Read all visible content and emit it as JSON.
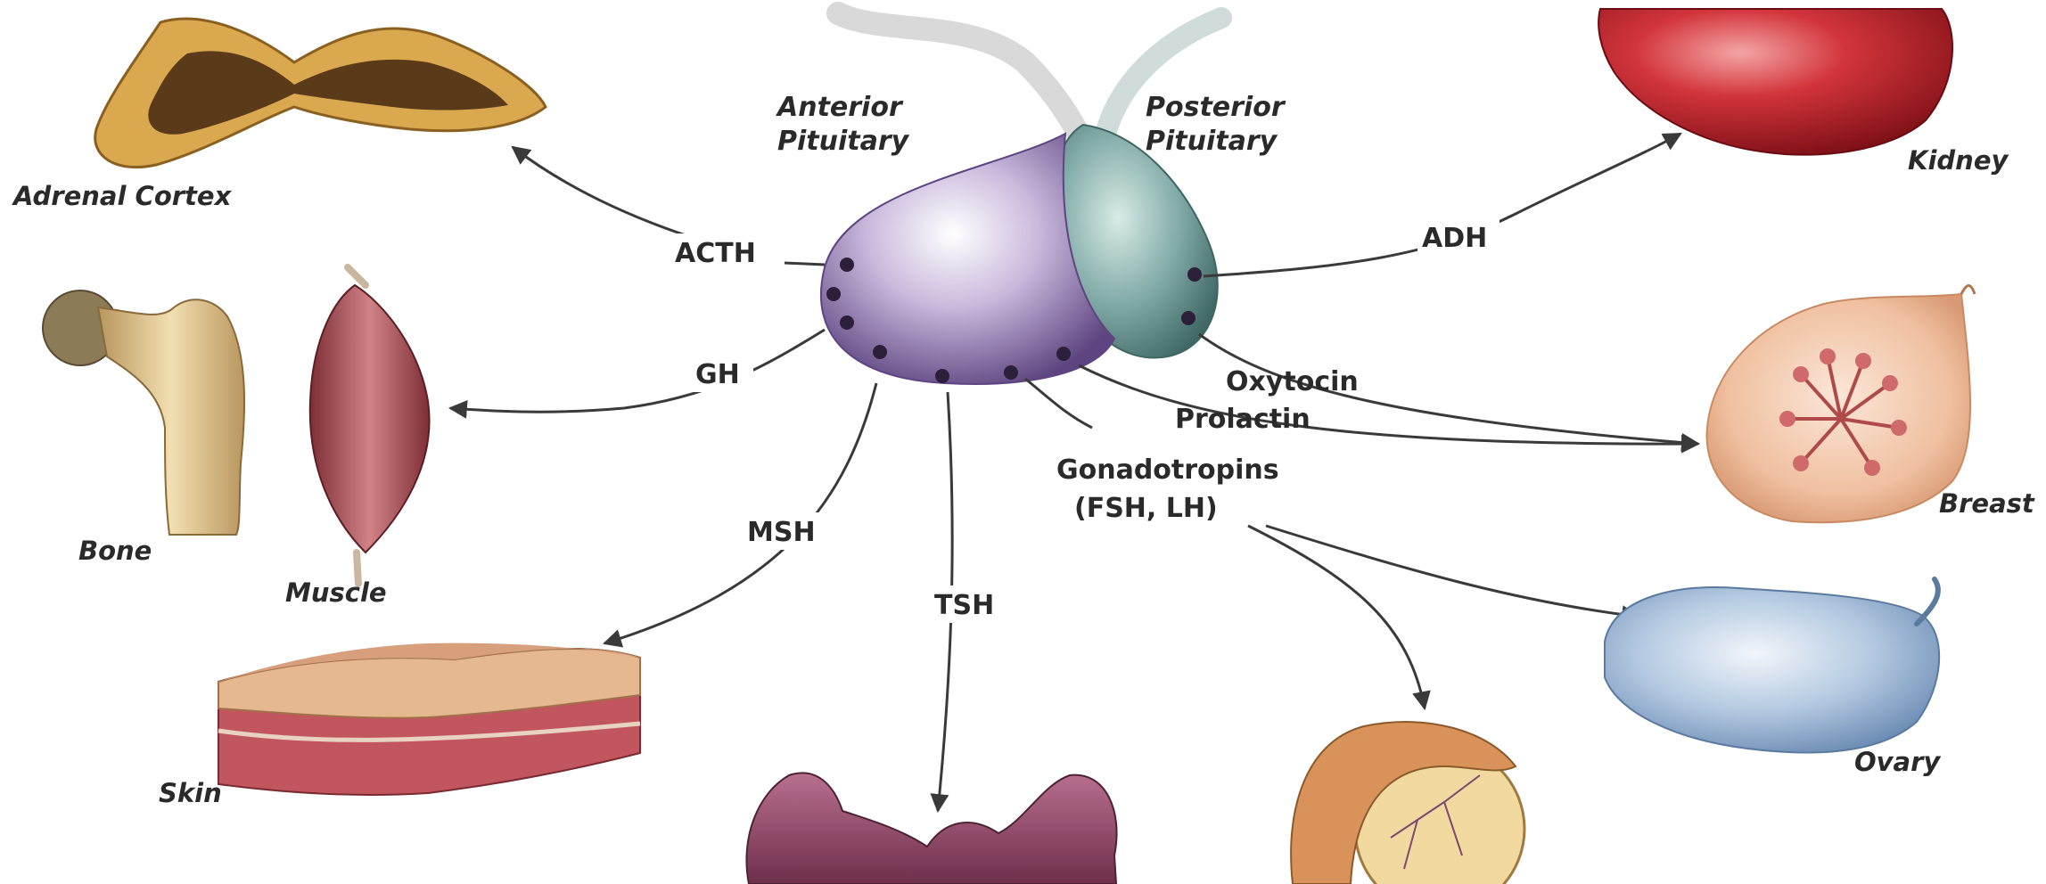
{
  "pituitary": {
    "anterior_line1": "Anterior",
    "anterior_line2": "Pituitary",
    "posterior_line1": "Posterior",
    "posterior_line2": "Pituitary"
  },
  "hormones": {
    "acth": "ACTH",
    "gh": "GH",
    "msh": "MSH",
    "tsh": "TSH",
    "gonadotropins_line1": "Gonadotropins",
    "gonadotropins_line2": "(FSH, LH)",
    "prolactin": "Prolactin",
    "oxytocin": "Oxytocin",
    "adh": "ADH"
  },
  "organs": {
    "adrenal_cortex": "Adrenal Cortex",
    "bone": "Bone",
    "muscle": "Muscle",
    "skin": "Skin",
    "kidney": "Kidney",
    "breast": "Breast",
    "ovary": "Ovary"
  },
  "colors": {
    "anterior_pituitary": "#8a6fa8",
    "posterior_pituitary": "#6f9a96",
    "arrow": "#3a3a3a",
    "kidney": "#c4242c",
    "adrenal": "#d9a84f",
    "muscle": "#b5565a",
    "skin": "#d69a86",
    "ovary": "#9fbcdc",
    "thyroid": "#9a4f6e"
  }
}
